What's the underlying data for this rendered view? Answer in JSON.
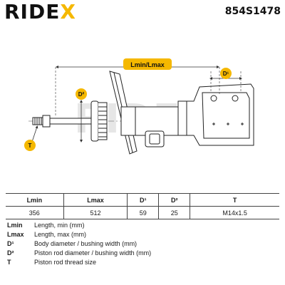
{
  "header": {
    "brand_main": "RIDE",
    "brand_x": "X",
    "part_number": "854S1478"
  },
  "drawing": {
    "watermark_main": "RIDE",
    "watermark_x": "X",
    "dim_length": "Lmin/Lmax",
    "dim_d1": "D¹",
    "dim_d2": "D²",
    "dim_t": "T"
  },
  "specs": {
    "headers": [
      "Lmin",
      "Lmax",
      "D¹",
      "D²",
      "T"
    ],
    "values": [
      "356",
      "512",
      "59",
      "25",
      "M14x1.5"
    ]
  },
  "legend": [
    {
      "key": "Lmin",
      "desc": "Length, min (mm)"
    },
    {
      "key": "Lmax",
      "desc": "Length, max (mm)"
    },
    {
      "key": "D¹",
      "desc": "Body diameter / bushing width (mm)"
    },
    {
      "key": "D²",
      "desc": "Piston rod diameter / bushing width (mm)"
    },
    {
      "key": "T",
      "desc": "Piston rod thread size"
    }
  ],
  "colors": {
    "brand_accent": "#f5b800",
    "label_badge": "#f5b800",
    "text": "#1a1a1a"
  }
}
